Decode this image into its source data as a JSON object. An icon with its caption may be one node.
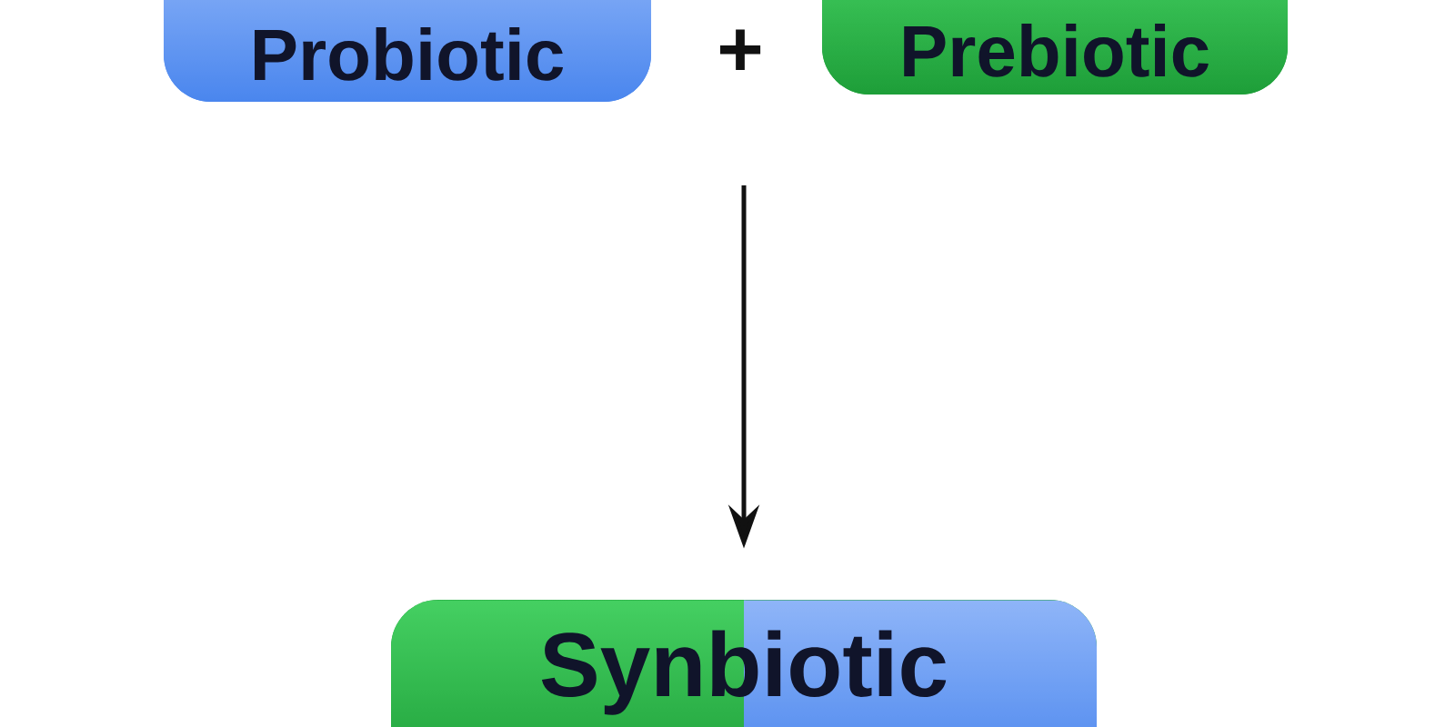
{
  "diagram": {
    "nodes": [
      {
        "text": [
          "Probiotic"
        ]
      },
      {
        "text": [
          "Prebiotic"
        ]
      },
      {
        "text": [
          "Synbiotic"
        ]
      }
    ],
    "edges": [
      {
        "from": null,
        "to": 2,
        "arrow": "to"
      }
    ],
    "labels": [
      "+"
    ]
  }
}
